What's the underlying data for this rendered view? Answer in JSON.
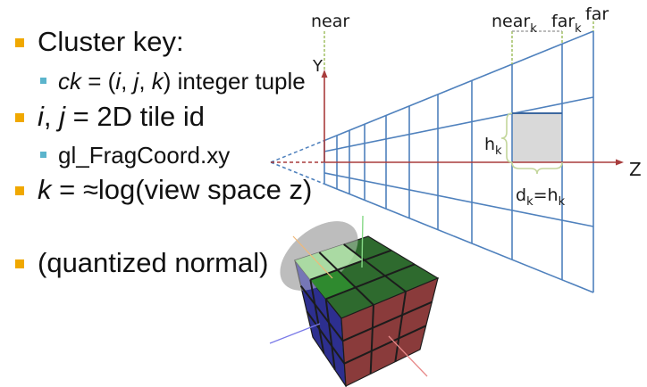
{
  "bullets": [
    {
      "level": 1,
      "segments": [
        {
          "text": "Cluster key:",
          "italic": false
        }
      ]
    },
    {
      "level": 2,
      "segments": [
        {
          "text": "ck",
          "italic": true
        },
        {
          "text": " = (",
          "italic": false
        },
        {
          "text": "i",
          "italic": true
        },
        {
          "text": ", ",
          "italic": false
        },
        {
          "text": "j",
          "italic": true
        },
        {
          "text": ", ",
          "italic": false
        },
        {
          "text": "k",
          "italic": true
        },
        {
          "text": ") integer tuple",
          "italic": false
        }
      ]
    },
    {
      "level": 1,
      "segments": [
        {
          "text": "i",
          "italic": true
        },
        {
          "text": ", ",
          "italic": false
        },
        {
          "text": "j",
          "italic": true
        },
        {
          "text": " = 2D tile id",
          "italic": false
        }
      ]
    },
    {
      "level": 2,
      "segments": [
        {
          "text": "gl_FragCoord.xy",
          "italic": false
        }
      ]
    },
    {
      "level": 1,
      "segments": [
        {
          "text": "k",
          "italic": true
        },
        {
          "text": " = ≈log(view space z)",
          "italic": false
        }
      ]
    },
    {
      "level": 1,
      "segments": [
        {
          "text": "(quantized normal)",
          "italic": false
        }
      ]
    }
  ],
  "diagram": {
    "labels": {
      "near_plane": "near",
      "near_k": {
        "base": "near",
        "sub": "k"
      },
      "far_k": {
        "base": "far",
        "sub": "k"
      },
      "far_plane": "far",
      "y_axis": "Y",
      "z_axis": "Z",
      "height": {
        "base": "h",
        "sub": "k"
      },
      "depth_eq": {
        "lhs_base": "d",
        "lhs_sub": "k",
        "eq": "=h",
        "rhs_sub": "k"
      }
    },
    "frustum": {
      "depth_slices": 10,
      "tile_rows": 4
    }
  },
  "colors": {
    "bullet_primary": "#f0a800",
    "bullet_secondary": "#5bb4cc",
    "frustum_lines": "#4f81bd",
    "axes": "#a83c3c",
    "highlight_cell": "#d9d9d9",
    "highlight_edge": "#3c679f",
    "brace": "#c3d69b",
    "plane_guides": "#9bbb59",
    "cube_top": "#2e6a2e",
    "cube_left": "#2d2f8f",
    "cube_right": "#8a3b3b",
    "cube_grid": "#1c1c1c"
  }
}
